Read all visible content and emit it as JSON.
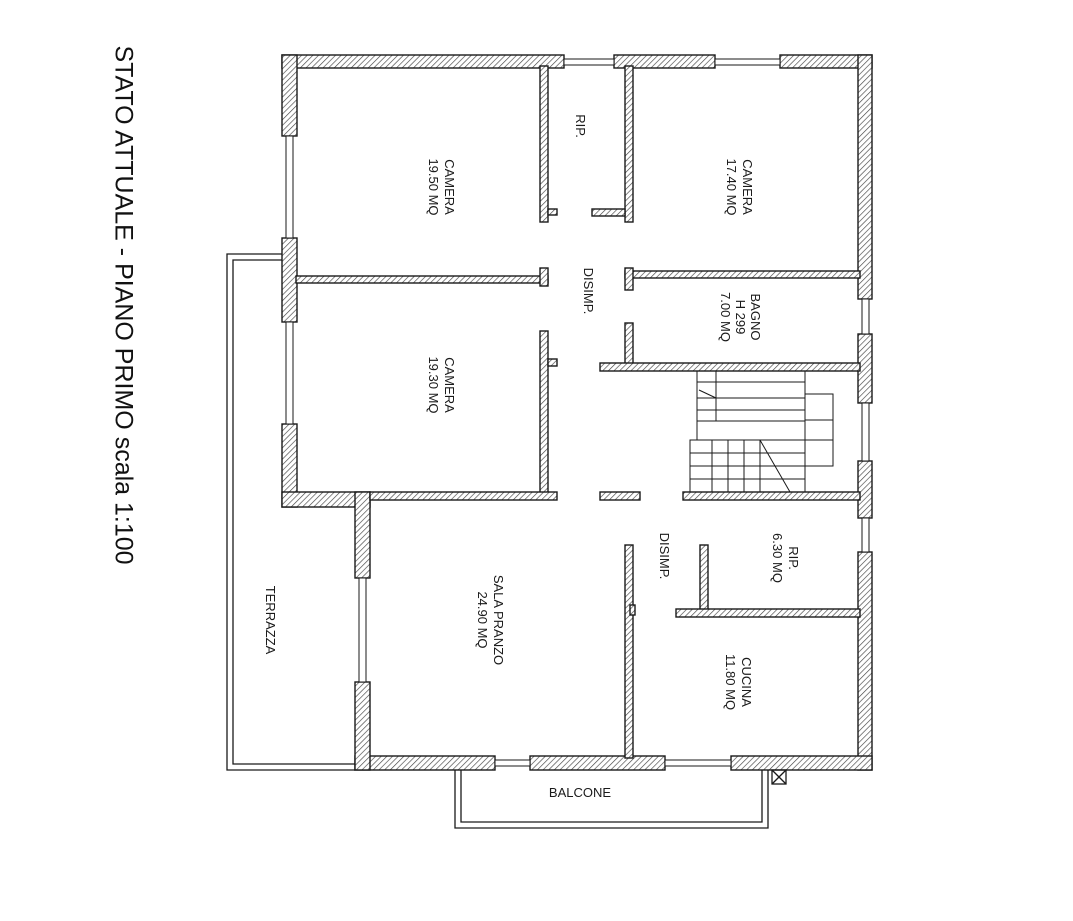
{
  "title": "STATO ATTUALE - PIANO PRIMO scala 1:100",
  "rooms": {
    "camera_top": {
      "name": "CAMERA",
      "area": "19.50 MQ"
    },
    "camera_mid": {
      "name": "CAMERA",
      "area": "19.30 MQ"
    },
    "camera_right": {
      "name": "CAMERA",
      "area": "17.40 MQ"
    },
    "rip_top": {
      "name": "RIP."
    },
    "disimp_1": {
      "name": "DISIMP."
    },
    "disimp_2": {
      "name": "DISIMP."
    },
    "bagno": {
      "name": "BAGNO",
      "height": "H 299",
      "area": "7.00 MQ"
    },
    "rip_right": {
      "name": "RIP.",
      "area": "6.30 MQ"
    },
    "sala_pranzo": {
      "name": "SALA PRANZO",
      "area": "24.90 MQ"
    },
    "cucina": {
      "name": "CUCINA",
      "area": "11.80 MQ"
    },
    "terrazza": {
      "name": "TERRAZZA"
    },
    "balcone": {
      "name": "BALCONE"
    }
  }
}
